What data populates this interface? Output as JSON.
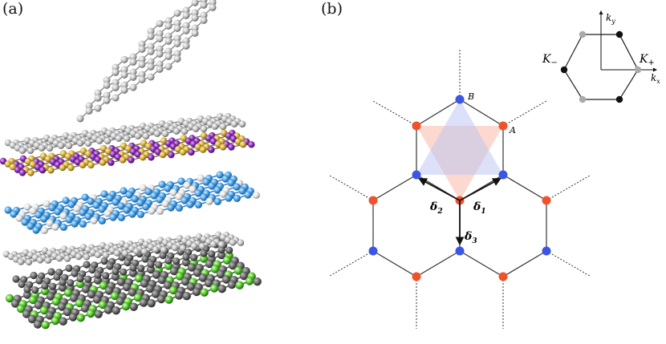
{
  "panels": {
    "a": "(a)",
    "b": "(b)"
  },
  "lattice_labels": {
    "B": "B",
    "A": "A",
    "delta1": "δ",
    "delta1_sub": "1",
    "delta2": "δ",
    "delta2_sub": "2",
    "delta3": "δ",
    "delta3_sub": "3"
  },
  "bz_labels": {
    "ky": "k",
    "ky_sub": "y",
    "kx": "k",
    "kx_sub": "x",
    "Kminus": "K",
    "Kminus_sub": "−",
    "Kplus": "K",
    "Kplus_sub": "+"
  },
  "colors": {
    "sublattice_A": "#f0532b",
    "sublattice_B": "#3b55e6",
    "triangle_A": "#f7b9a6",
    "triangle_B": "#b9c4f4",
    "bz_gray": "#aaaaaa",
    "bz_black": "#111111",
    "graphene_atom": "#c8c8c8",
    "layer_purple": "#8a2bb8",
    "layer_gold": "#d9b23a",
    "layer_blue": "#4aa3e8",
    "layer_white": "#e8e8e8",
    "layer_green": "#55c92b",
    "layer_dark": "#6a6a6a"
  }
}
